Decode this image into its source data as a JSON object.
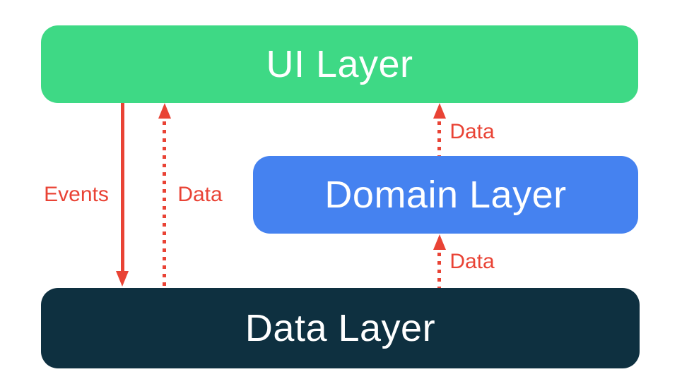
{
  "diagram": {
    "background": "#FFFFFF",
    "box_text_color": "#FFFFFF",
    "arrow_color": "#E94335",
    "boxes": {
      "ui": {
        "label": "UI Layer",
        "color": "#3ED985"
      },
      "domain": {
        "label": "Domain Layer",
        "color": "#4582F0"
      },
      "data": {
        "label": "Data Layer",
        "color": "#0E3040"
      }
    },
    "arrows": {
      "events_ui_to_data": {
        "label": "Events",
        "style": "solid",
        "direction": "down"
      },
      "data_data_to_ui": {
        "label": "Data",
        "style": "dotted",
        "direction": "up"
      },
      "data_domain_to_ui": {
        "label": "Data",
        "style": "dotted",
        "direction": "up"
      },
      "data_data_to_domain": {
        "label": "Data",
        "style": "dotted",
        "direction": "up"
      }
    }
  }
}
